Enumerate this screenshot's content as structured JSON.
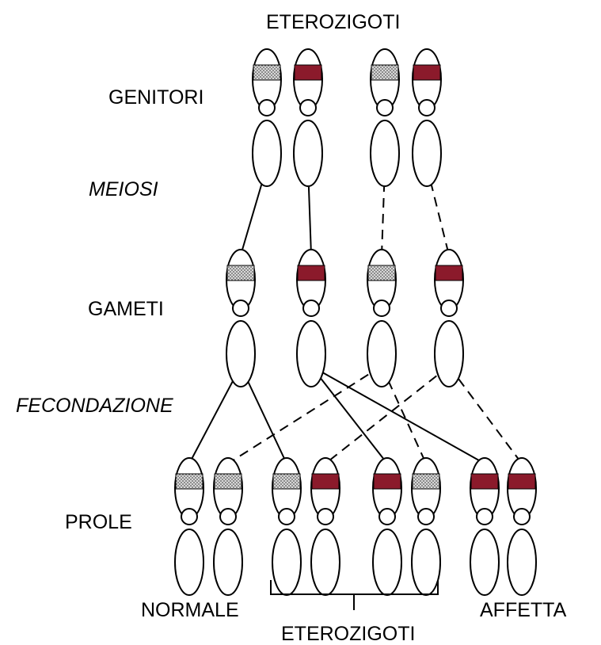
{
  "labels": {
    "top_heterozygotes": "ETEROZIGOTI",
    "parents": "GENITORI",
    "meiosis": "MEIOSI",
    "gametes": "GAMETI",
    "fertilization": "FECONDAZIONE",
    "offspring": "PROLE",
    "normal": "NORMALE",
    "affected": "AFFETTA",
    "bottom_heterozygotes": "ETEROZIGOTI"
  },
  "colors": {
    "mutant_band": "#8b1a2b",
    "normal_band": "stippled-grey"
  },
  "rows": {
    "parents": [
      "normal",
      "mutant",
      "normal",
      "mutant"
    ],
    "gametes": [
      "normal",
      "mutant",
      "normal",
      "mutant"
    ],
    "offspring": [
      [
        "normal",
        "normal"
      ],
      [
        "normal",
        "mutant"
      ],
      [
        "mutant",
        "normal"
      ],
      [
        "mutant",
        "mutant"
      ]
    ]
  }
}
